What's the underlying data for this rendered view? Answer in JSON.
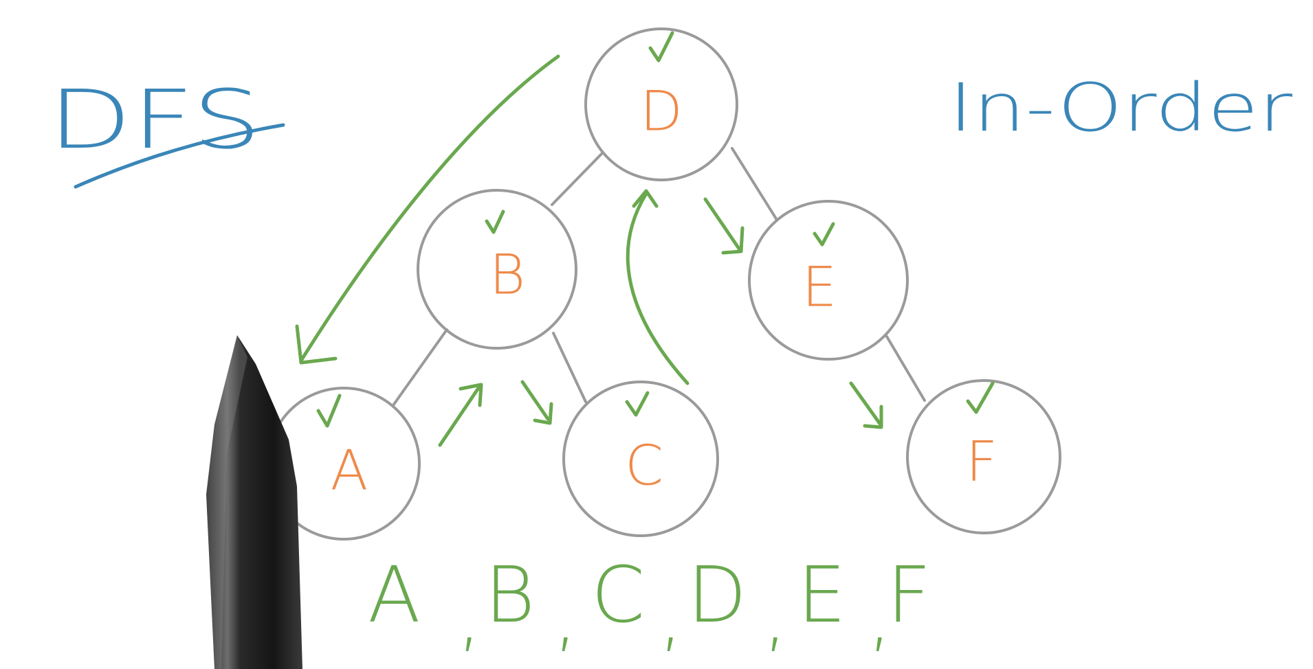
{
  "title": "DFS",
  "subtitle": "In-Order",
  "colors": {
    "title": "#3a86b8",
    "node_label": "#ee8a4a",
    "node_outline": "#9a9a9a",
    "annotation": "#6aa84f"
  },
  "tree": {
    "nodes": [
      {
        "id": "D",
        "label": "D",
        "visited": true
      },
      {
        "id": "B",
        "label": "B",
        "visited": true
      },
      {
        "id": "E",
        "label": "E",
        "visited": true
      },
      {
        "id": "A",
        "label": "A",
        "visited": true
      },
      {
        "id": "C",
        "label": "C",
        "visited": true
      },
      {
        "id": "F",
        "label": "F",
        "visited": true
      }
    ],
    "edges": [
      {
        "from": "D",
        "to": "B"
      },
      {
        "from": "D",
        "to": "E"
      },
      {
        "from": "B",
        "to": "A"
      },
      {
        "from": "B",
        "to": "C"
      },
      {
        "from": "E",
        "to": "F"
      }
    ]
  },
  "traversal_order": [
    "A",
    "B",
    "C",
    "D",
    "E",
    "F"
  ],
  "pen_icon": "pen-tip-icon"
}
